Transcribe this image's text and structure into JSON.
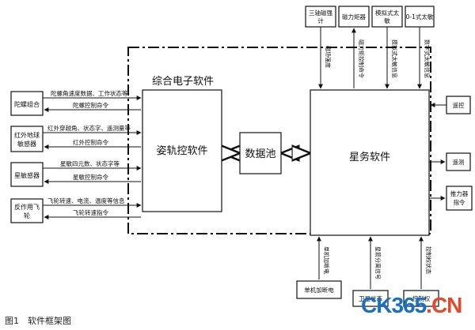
{
  "main": {
    "integrated_title": "综合电子软件",
    "attitude_box": "姿轨控软件",
    "data_pool": "数据池",
    "star_box": "星务软件"
  },
  "left_devices": {
    "gyro": "陀螺组合",
    "infrared": [
      "红外地球",
      "敏感器"
    ],
    "star_sensor": "星敏感器",
    "wheel": [
      "反作用飞",
      "轮"
    ]
  },
  "left_signals": {
    "gyro_data": "陀螺角速度数据、工作状态等",
    "gyro_cmd": "陀螺控制命令",
    "ir_data": "红外穿越角、状态字、遥测量等",
    "ir_cmd": "红外控制命令",
    "star_data": "星敏四元数、状态字等",
    "star_cmd": "星敏控制命令",
    "wheel_data": "飞轮转速、电流、温度等信息",
    "wheel_cmd": "飞轮转速指令"
  },
  "top_devices": {
    "magnetometer": [
      "三轴磁强",
      "计"
    ],
    "torquer": "磁力矩器",
    "analog_sun": [
      "模拟式太",
      "敏"
    ],
    "digital_sun": "0-1式太敏"
  },
  "top_signals": {
    "mag_signal": "磁场强度",
    "torquer_signal": "磁力矩控制命令",
    "analog_signal": "模拟式太敏信息",
    "digital_signal": "数字式太敏信息"
  },
  "right_devices": {
    "telecommand": "遥控",
    "telemetry": "遥测",
    "thruster": [
      "推力器",
      "指令"
    ]
  },
  "bottom_devices": {
    "power": "单机加断电",
    "sat_state": "卫星状态",
    "control_right": "控制权"
  },
  "bottom_signals": {
    "power_signal": "单机加断电",
    "sat_signal": "星箭分离信号",
    "ctrl_signal": "控制权状态"
  },
  "caption": "图1　软件框架图",
  "watermark": {
    "part1": "CK365",
    "part2": ".CN"
  }
}
